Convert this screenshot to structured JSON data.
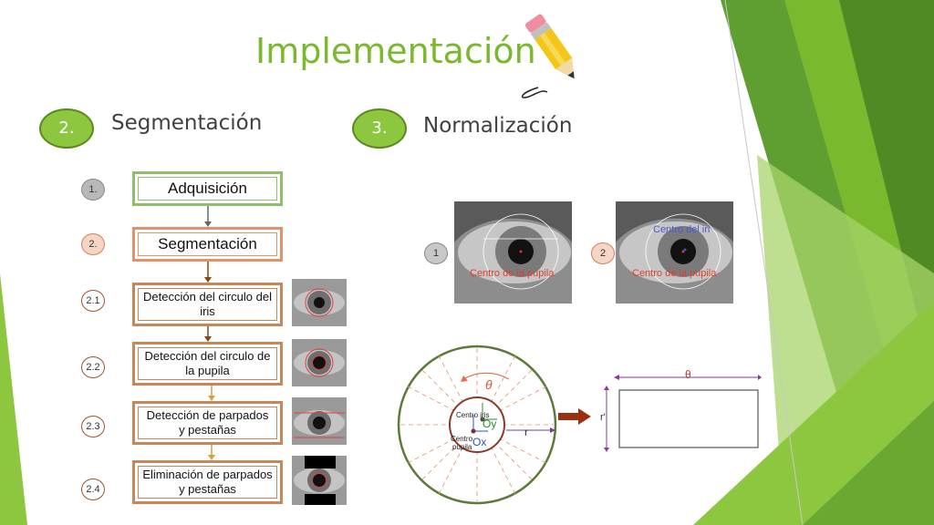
{
  "title": "Implementación",
  "sections": [
    {
      "number": "2.",
      "label": "Segmentación"
    },
    {
      "number": "3.",
      "label": "Normalización"
    }
  ],
  "flow": {
    "steps": [
      {
        "badge": "1.",
        "text": "Adquisición"
      },
      {
        "badge": "2.",
        "text": "Segmentación"
      },
      {
        "badge": "2.1",
        "text": "Detección del circulo del iris"
      },
      {
        "badge": "2.2",
        "text": "Detección del circulo de la pupila"
      },
      {
        "badge": "2.3",
        "text": "Detección de parpados y pestañas"
      },
      {
        "badge": "2.4",
        "text": "Eliminación de parpados y pestañas"
      }
    ]
  },
  "normalization": {
    "image1": {
      "badge": "1",
      "label": "Centro de la pupila"
    },
    "image2": {
      "badge": "2",
      "label": "Centro de la pupila",
      "label_top": "Centro del iri"
    },
    "diagram": {
      "theta": "θ",
      "center_iris": "Centro iris",
      "center_pupil_line1": "Centro",
      "center_pupil_line2": "pupila",
      "oy": "Oy",
      "ox": "Ox",
      "r": "r",
      "r_prime": "r'",
      "rect_theta": "θ"
    }
  },
  "colors": {
    "accent_green": "#8dc63f",
    "title_green": "#7ab82e",
    "box_green": "#8fbf6a",
    "box_orange": "#e0926a",
    "box_brown": "#a0522d",
    "pupil_red": "#c0392b"
  }
}
